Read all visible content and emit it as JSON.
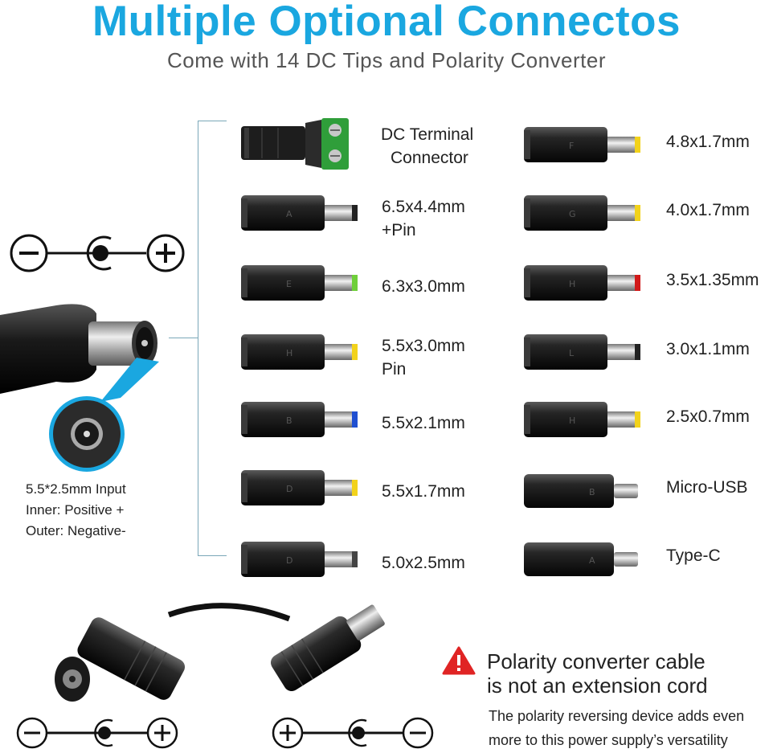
{
  "header": {
    "title": "Multiple Optional Connectos",
    "subtitle": "Come with 14 DC Tips and Polarity Converter"
  },
  "left_tips": [
    {
      "label_lines": [
        "DC Terminal",
        "Connector"
      ],
      "tip_color": "#2f9e3a"
    },
    {
      "label_lines": [
        "6.5x4.4mm",
        "+Pin"
      ],
      "tip_color": "#222222",
      "letter": "A"
    },
    {
      "label_lines": [
        "6.3x3.0mm"
      ],
      "tip_color": "#6fcf3a",
      "letter": "E"
    },
    {
      "label_lines": [
        "5.5x3.0mm",
        "Pin"
      ],
      "tip_color": "#f2d21b",
      "letter": "H"
    },
    {
      "label_lines": [
        "5.5x2.1mm"
      ],
      "tip_color": "#1f4fd1",
      "letter": "B"
    },
    {
      "label_lines": [
        "5.5x1.7mm"
      ],
      "tip_color": "#f2d21b",
      "letter": "D"
    },
    {
      "label_lines": [
        "5.0x2.5mm"
      ],
      "tip_color": "#444444",
      "letter": "D"
    }
  ],
  "right_tips": [
    {
      "label": "4.8x1.7mm",
      "tip_color": "#f2d21b",
      "letter": "F"
    },
    {
      "label": "4.0x1.7mm",
      "tip_color": "#f2d21b",
      "letter": "G"
    },
    {
      "label": "3.5x1.35mm",
      "tip_color": "#d11a1a",
      "letter": "H"
    },
    {
      "label": "3.0x1.1mm",
      "tip_color": "#222222",
      "letter": "L"
    },
    {
      "label": "2.5x0.7mm",
      "tip_color": "#f2d21b",
      "letter": "H"
    },
    {
      "label": "Micro-USB",
      "tip_color": "#bbbbbb",
      "letter": "B"
    },
    {
      "label": "Type-C",
      "tip_color": "#bbbbbb",
      "letter": "A"
    }
  ],
  "input_spec": {
    "line1": "5.5*2.5mm Input",
    "line2": "Inner: Positive +",
    "line3": "Outer: Negative-"
  },
  "warning": {
    "heading_line1": "Polarity converter cable",
    "heading_line2": "is not an extension cord",
    "body_line1": "The polarity reversing device adds even",
    "body_line2": "more to this power supply’s versatility"
  },
  "colors": {
    "accent": "#1aa7e0",
    "bracket": "#7aa7b8",
    "warning_red": "#e02424"
  }
}
